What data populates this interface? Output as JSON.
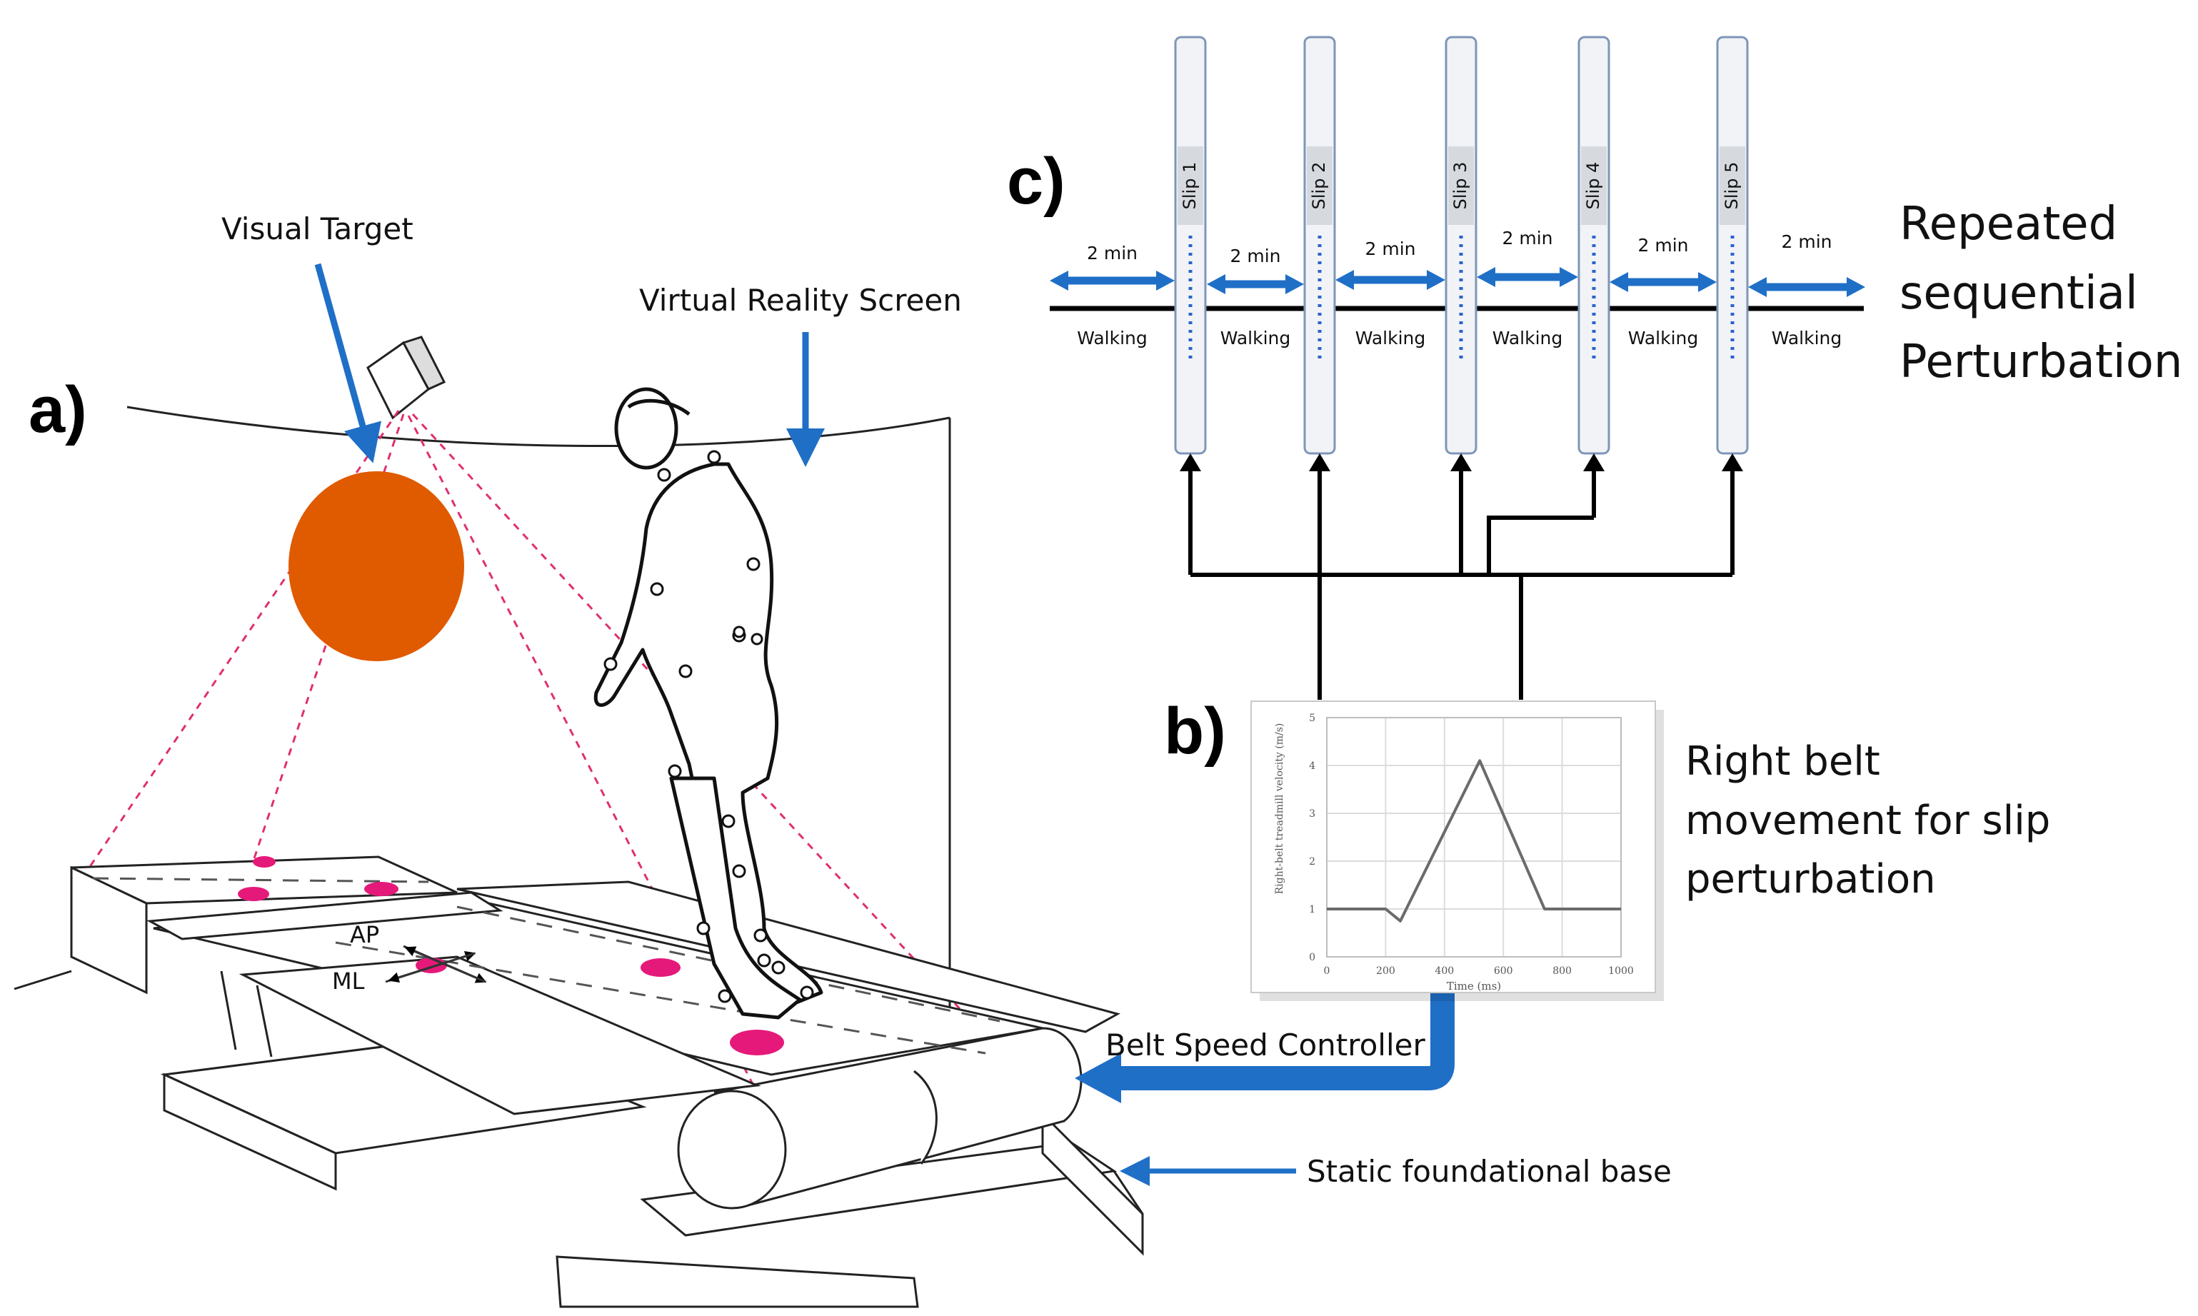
{
  "panel_labels": {
    "a": "a)",
    "b": "b)",
    "c": "c)"
  },
  "labels": {
    "visual_target": "Visual Target",
    "vr_screen": "Virtual Reality Screen",
    "ap": "AP",
    "ml": "ML",
    "belt_speed_controller": "Belt Speed Controller",
    "static_base": "Static foundational base",
    "right_belt_lines": [
      "Right belt",
      "movement for slip",
      "perturbation"
    ],
    "repeated_lines": [
      "Repeated",
      "sequential",
      "Perturbation"
    ]
  },
  "protocol": {
    "slips": [
      "Slip 1",
      "Slip 2",
      "Slip 3",
      "Slip 4",
      "Slip 5"
    ],
    "durations": [
      "2 min",
      "2 min",
      "2 min",
      "2 min",
      "2 min",
      "2 min"
    ],
    "phase_label": "Walking"
  },
  "colors": {
    "arrow_blue": "#1f6fc7",
    "target_orange": "#e05a00",
    "marker_pink": "#e5197a",
    "laser_pink": "#e0306e"
  },
  "chart_data": {
    "type": "line",
    "title": "",
    "xlabel": "Time (ms)",
    "ylabel": "Right-belt treadmill velocity (m/s)",
    "x_ticks": [
      0,
      200,
      400,
      600,
      800,
      1000
    ],
    "y_ticks": [
      0,
      1,
      2,
      3,
      4,
      5
    ],
    "xlim": [
      0,
      1000
    ],
    "ylim": [
      0,
      5
    ],
    "grid": true,
    "series": [
      {
        "x": [
          0,
          200,
          250,
          520,
          740,
          1000
        ],
        "y": [
          1,
          1,
          0.75,
          4.1,
          1,
          1
        ]
      }
    ]
  }
}
